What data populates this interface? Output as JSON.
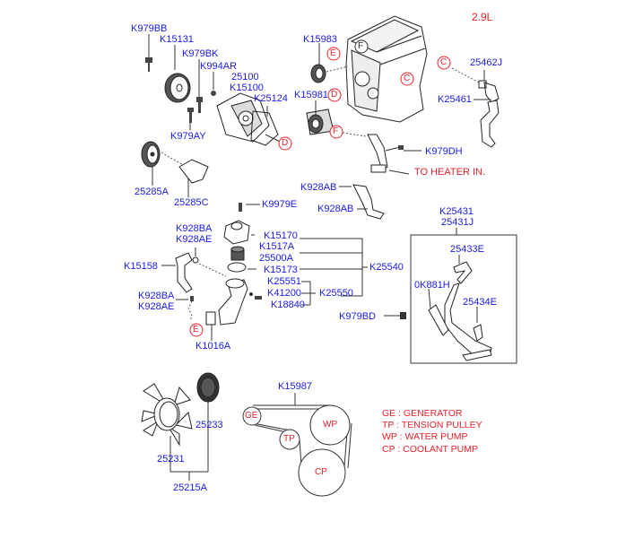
{
  "diagram": {
    "engine_variant": "2.9L",
    "part_labels": {
      "k979bb": "K979BB",
      "k15131": "K15131",
      "k979bk": "K979BK",
      "k994ar": "K994AR",
      "p25100": "25100",
      "k15100": "K15100",
      "k25124": "K25124",
      "k979ay": "K979AY",
      "p25285a": "25285A",
      "p25285c": "25285C",
      "k15983": "K15983",
      "k15981": "K15981",
      "p25462j": "25462J",
      "k25461": "K25461",
      "k979dh": "K979DH",
      "k928ab_1": "K928AB",
      "k928ab_2": "K928AB",
      "k9979e": "K9979E",
      "k928ba_1": "K928BA",
      "k928ae_1": "K928AE",
      "k15158": "K15158",
      "k928ba_2": "K928BA",
      "k928ae_2": "K928AE",
      "k1016a": "K1016A",
      "k15170": "K15170",
      "k1517a": "K1517A",
      "p25500a": "25500A",
      "k15173": "K15173",
      "k25551": "K25551",
      "k41200": "K41200",
      "k18840": "K18840",
      "k25550": "K25550",
      "k25540": "K25540",
      "k979bd": "K979BD",
      "k25431": "K25431",
      "p25431j": "25431J",
      "p25433e": "25433E",
      "ok881h": "0K881H",
      "p25434e": "25434E",
      "p25233": "25233",
      "p25231": "25231",
      "p25215a": "25215A",
      "k15987": "K15987"
    },
    "annotations": {
      "to_heater": "TO HEATER IN."
    },
    "reference_markers": {
      "c1": "C",
      "c2": "C",
      "d1": "D",
      "d2": "D",
      "e1": "E",
      "e2": "E",
      "f1": "F",
      "f2": "F"
    },
    "belt_pulleys": {
      "ge": "GE",
      "tp": "TP",
      "wp": "WP",
      "cp": "CP"
    },
    "legend": [
      "GE : GENERATOR",
      "TP : TENSION PULLEY",
      "WP : WATER PUMP",
      "CP : COOLANT PUMP"
    ],
    "colors": {
      "label": "#1a1ae6",
      "marker": "#e8202a",
      "line": "#333333"
    }
  }
}
